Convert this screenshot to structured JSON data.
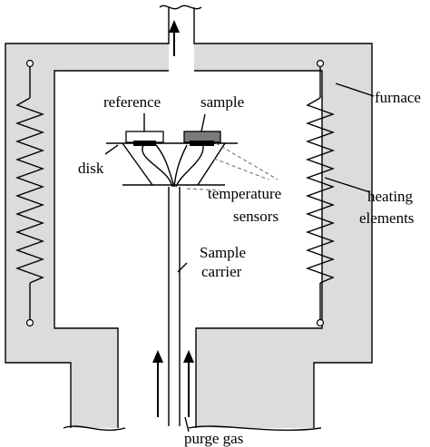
{
  "labels": {
    "reference": "reference",
    "sample": "sample",
    "furnace": "furnace",
    "disk": "disk",
    "temperature": "temperature",
    "sensors": "sensors",
    "heating": "heating",
    "elements": "elements",
    "sample_carrier_1": "Sample",
    "sample_carrier_2": "carrier",
    "purge_gas": "purge gas"
  },
  "colors": {
    "wall_fill": "#dcdcdc",
    "line": "#000000",
    "sample_pan": "#7a7a7a",
    "leader": "#666666"
  }
}
